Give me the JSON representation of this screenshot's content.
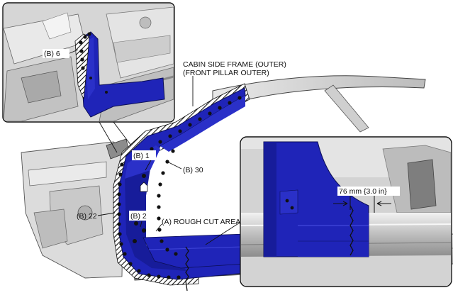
{
  "labels": {
    "frame_line1": "CABIN SIDE FRAME (OUTER)",
    "frame_line2": "(FRONT PILLAR OUTER)",
    "b6": "(B) 6",
    "b1": "(B) 1",
    "b30": "(B) 30",
    "b22": "(B) 22",
    "b2": "(B) 2",
    "rough_cut": "(A) ROUGH CUT AREA",
    "dimension": "76 mm {3.0 in}"
  },
  "colors": {
    "panel_blue": "#1f24b8",
    "panel_blue_dark": "#151a8a",
    "body_grey": "#d9d9d9",
    "body_grey_dark": "#9a9a9a",
    "outline": "#111111"
  }
}
